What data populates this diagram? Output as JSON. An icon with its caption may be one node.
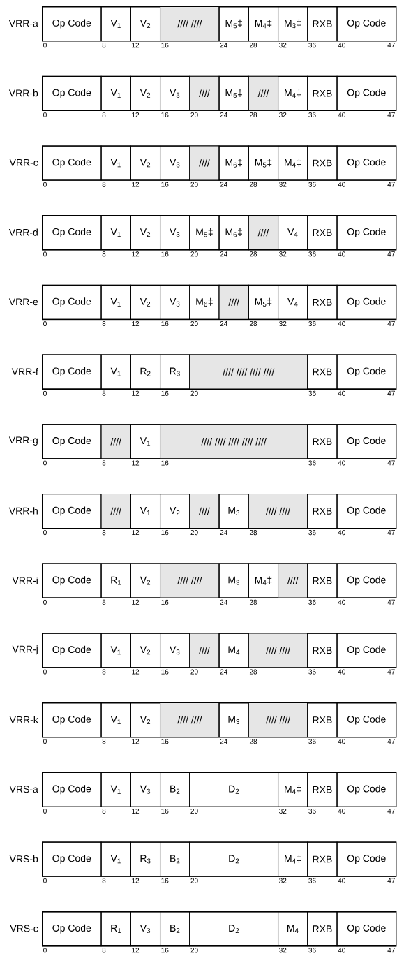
{
  "diagram": {
    "nodes": [
      {
        "text": [
          "VRR-a"
        ]
      },
      {
        "text": [
          "Op Code"
        ],
        "in": 0,
        "beside": [
          "0"
        ]
      },
      {
        "text": [
          "V$_{1}$"
        ],
        "in": 0,
        "beside": [
          "8"
        ]
      },
      {
        "text": [
          "V$_{2}$"
        ],
        "in": 0,
        "beside": [
          "12"
        ]
      },
      {
        "text": [
          "//// ////"
        ],
        "in": 0,
        "beside": [
          "16"
        ]
      },
      {
        "text": [
          "M$_{5}$‡"
        ],
        "in": 0,
        "beside": [
          "24"
        ]
      },
      {
        "text": [
          "M$_{4}$‡"
        ],
        "in": 0,
        "beside": [
          "28"
        ]
      },
      {
        "text": [
          "M$_{3}$‡"
        ],
        "in": 0,
        "beside": [
          "32"
        ]
      },
      {
        "text": [
          "RXB"
        ],
        "in": 0,
        "beside": [
          "36"
        ]
      },
      {
        "text": [
          "Op Code"
        ],
        "in": 0,
        "beside": [
          "40",
          "47"
        ]
      },
      {
        "text": [
          "VRR-b"
        ]
      },
      {
        "text": [
          "Op Code"
        ],
        "in": 10,
        "beside": [
          "0"
        ]
      },
      {
        "text": [
          "V$_{1}$"
        ],
        "in": 10,
        "beside": [
          "8"
        ]
      },
      {
        "text": [
          "V$_{2}$"
        ],
        "in": 10,
        "beside": [
          "12"
        ]
      },
      {
        "text": [
          "V$_{3}$"
        ],
        "in": 10,
        "beside": [
          "16"
        ]
      },
      {
        "text": [
          "////"
        ],
        "in": 10,
        "beside": [
          "20"
        ]
      },
      {
        "text": [
          "M$_{5}$‡"
        ],
        "in": 10,
        "beside": [
          "24"
        ]
      },
      {
        "text": [
          "////"
        ],
        "in": 10,
        "beside": [
          "28"
        ]
      },
      {
        "text": [
          "M$_{4}$‡"
        ],
        "in": 10,
        "beside": [
          "32"
        ]
      },
      {
        "text": [
          "RXB"
        ],
        "in": 10,
        "beside": [
          "36"
        ]
      },
      {
        "text": [
          "Op Code"
        ],
        "in": 10,
        "beside": [
          "40",
          "47"
        ]
      },
      {
        "text": [
          "VRR-c"
        ]
      },
      {
        "text": [
          "Op Code"
        ],
        "in": 21,
        "beside": [
          "0"
        ]
      },
      {
        "text": [
          "V$_{1}$"
        ],
        "in": 21,
        "beside": [
          "8"
        ]
      },
      {
        "text": [
          "V$_{2}$"
        ],
        "in": 21,
        "beside": [
          "12"
        ]
      },
      {
        "text": [
          "V$_{3}$"
        ],
        "in": 21,
        "beside": [
          "16"
        ]
      },
      {
        "text": [
          "////"
        ],
        "in": 21,
        "beside": [
          "20"
        ]
      },
      {
        "text": [
          "M$_{6}$‡"
        ],
        "in": 21,
        "beside": [
          "24"
        ]
      },
      {
        "text": [
          "M$_{5}$‡"
        ],
        "in": 21,
        "beside": [
          "28"
        ]
      },
      {
        "text": [
          "M$_{4}$‡"
        ],
        "in": 21,
        "beside": [
          "32"
        ]
      },
      {
        "text": [
          "RXB"
        ],
        "in": 21,
        "beside": [
          "36"
        ]
      },
      {
        "text": [
          "Op Code"
        ],
        "in": 21,
        "beside": [
          "40",
          "47"
        ]
      },
      {
        "text": [
          "VRR-d"
        ]
      },
      {
        "text": [
          "Op Code"
        ],
        "in": 32,
        "beside": [
          "0"
        ]
      },
      {
        "text": [
          "V$_{1}$"
        ],
        "in": 32,
        "beside": [
          "8"
        ]
      },
      {
        "text": [
          "V$_{2}$"
        ],
        "in": 32,
        "beside": [
          "12"
        ]
      },
      {
        "text": [
          "V$_{3}$"
        ],
        "in": 32,
        "beside": [
          "16"
        ]
      },
      {
        "text": [
          "M$_{5}$‡"
        ],
        "in": 32,
        "beside": [
          "20"
        ]
      },
      {
        "text": [
          "M$_{6}$‡"
        ],
        "in": 32,
        "beside": [
          "24"
        ]
      },
      {
        "text": [
          "////"
        ],
        "in": 32,
        "beside": [
          "28"
        ]
      },
      {
        "text": [
          "V$_{4}$"
        ],
        "in": 32,
        "beside": [
          "32"
        ]
      },
      {
        "text": [
          "RXB"
        ],
        "in": 32,
        "beside": [
          "36"
        ]
      },
      {
        "text": [
          "Op Code"
        ],
        "in": 32,
        "beside": [
          "40",
          "47"
        ]
      },
      {
        "text": [
          "VRR-e"
        ]
      },
      {
        "text": [
          "Op Code"
        ],
        "in": 43,
        "beside": [
          "0"
        ]
      },
      {
        "text": [
          "V$_{1}$"
        ],
        "in": 43,
        "beside": [
          "8"
        ]
      },
      {
        "text": [
          "V$_{2}$"
        ],
        "in": 43,
        "beside": [
          "12"
        ]
      },
      {
        "text": [
          "V$_{3}$"
        ],
        "in": 43,
        "beside": [
          "16"
        ]
      },
      {
        "text": [
          "M$_{6}$‡"
        ],
        "in": 43,
        "beside": [
          "20"
        ]
      },
      {
        "text": [
          "////"
        ],
        "in": 43,
        "beside": [
          "24"
        ]
      },
      {
        "text": [
          "M$_{5}$‡"
        ],
        "in": 43,
        "beside": [
          "28"
        ]
      },
      {
        "text": [
          "V$_{4}$"
        ],
        "in": 43,
        "beside": [
          "32"
        ]
      },
      {
        "text": [
          "RXB"
        ],
        "in": 43,
        "beside": [
          "36"
        ]
      },
      {
        "text": [
          "Op Code"
        ],
        "in": 43,
        "beside": [
          "40",
          "47"
        ]
      },
      {
        "text": [
          "VRR-f"
        ]
      },
      {
        "text": [
          "Op Code"
        ],
        "in": 54,
        "beside": [
          "0"
        ]
      },
      {
        "text": [
          "V$_{1}$"
        ],
        "in": 54,
        "beside": [
          "8"
        ]
      },
      {
        "text": [
          "R$_{2}$"
        ],
        "in": 54,
        "beside": [
          "12"
        ]
      },
      {
        "text": [
          "R$_{3}$"
        ],
        "in": 54,
        "beside": [
          "16"
        ]
      },
      {
        "text": [
          "//// //// //// ////"
        ],
        "in": 54,
        "beside": [
          "20"
        ]
      },
      {
        "text": [
          "RXB"
        ],
        "in": 54,
        "beside": [
          "36"
        ]
      },
      {
        "text": [
          "Op Code"
        ],
        "in": 54,
        "beside": [
          "40",
          "47"
        ]
      },
      {
        "text": [
          "VRR-g"
        ]
      },
      {
        "text": [
          "Op Code"
        ],
        "in": 62,
        "beside": [
          "0"
        ]
      },
      {
        "text": [
          "////"
        ],
        "in": 62,
        "beside": [
          "8"
        ]
      },
      {
        "text": [
          "V$_{1}$"
        ],
        "in": 62,
        "beside": [
          "12"
        ]
      },
      {
        "text": [
          "//// //// //// //// ////"
        ],
        "in": 62,
        "beside": [
          "16"
        ]
      },
      {
        "text": [
          "RXB"
        ],
        "in": 62,
        "beside": [
          "36"
        ]
      },
      {
        "text": [
          "Op Code"
        ],
        "in": 62,
        "beside": [
          "40",
          "47"
        ]
      },
      {
        "text": [
          "VRR-h"
        ]
      },
      {
        "text": [
          "Op Code"
        ],
        "in": 69,
        "beside": [
          "0"
        ]
      },
      {
        "text": [
          "////"
        ],
        "in": 69,
        "beside": [
          "8"
        ]
      },
      {
        "text": [
          "V$_{1}$"
        ],
        "in": 69,
        "beside": [
          "12"
        ]
      },
      {
        "text": [
          "V$_{2}$"
        ],
        "in": 69,
        "beside": [
          "16"
        ]
      },
      {
        "text": [
          "////"
        ],
        "in": 69,
        "beside": [
          "20"
        ]
      },
      {
        "text": [
          "M$_{3}$"
        ],
        "in": 69,
        "beside": [
          "24"
        ]
      },
      {
        "text": [
          "//// ////"
        ],
        "in": 69,
        "beside": [
          "28"
        ]
      },
      {
        "text": [
          "RXB"
        ],
        "in": 69,
        "beside": [
          "36"
        ]
      },
      {
        "text": [
          "Op Code"
        ],
        "in": 69,
        "beside": [
          "40",
          "47"
        ]
      },
      {
        "text": [
          "VRR-i"
        ]
      },
      {
        "text": [
          "Op Code"
        ],
        "in": 79,
        "beside": [
          "0"
        ]
      },
      {
        "text": [
          "R$_{1}$"
        ],
        "in": 79,
        "beside": [
          "8"
        ]
      },
      {
        "text": [
          "V$_{2}$"
        ],
        "in": 79,
        "beside": [
          "12"
        ]
      },
      {
        "text": [
          "//// ////"
        ],
        "in": 79,
        "beside": [
          "16"
        ]
      },
      {
        "text": [
          "M$_{3}$"
        ],
        "in": 79,
        "beside": [
          "24"
        ]
      },
      {
        "text": [
          "M$_{4}$‡"
        ],
        "in": 79,
        "beside": [
          "28"
        ]
      },
      {
        "text": [
          "////"
        ],
        "in": 79
      },
      {
        "text": [
          "RXB"
        ],
        "in": 79,
        "beside": [
          "36"
        ]
      },
      {
        "text": [
          "Op Code"
        ],
        "in": 79,
        "beside": [
          "40",
          "47"
        ]
      },
      {
        "text": [
          "VRR-j"
        ]
      },
      {
        "text": [
          "Op Code"
        ],
        "in": 89,
        "beside": [
          "0"
        ]
      },
      {
        "text": [
          "V$_{1}$"
        ],
        "in": 89,
        "beside": [
          "8"
        ]
      },
      {
        "text": [
          "V$_{2}$"
        ],
        "in": 89,
        "beside": [
          "12"
        ]
      },
      {
        "text": [
          "V$_{3}$"
        ],
        "in": 89,
        "beside": [
          "16"
        ]
      },
      {
        "text": [
          "////"
        ],
        "in": 89,
        "beside": [
          "20"
        ]
      },
      {
        "text": [
          "M$_{4}$"
        ],
        "in": 89,
        "beside": [
          "24"
        ]
      },
      {
        "text": [
          "//// ////"
        ],
        "in": 89,
        "beside": [
          "28"
        ]
      },
      {
        "text": [
          "RXB"
        ],
        "in": 89,
        "beside": [
          "36"
        ]
      },
      {
        "text": [
          "Op Code"
        ],
        "in": 89,
        "beside": [
          "40",
          "47"
        ]
      },
      {
        "text": [
          "VRR-k"
        ]
      },
      {
        "text": [
          "Op Code"
        ],
        "in": 99,
        "beside": [
          "0"
        ]
      },
      {
        "text": [
          "V$_{1}$"
        ],
        "in": 99,
        "beside": [
          "8"
        ]
      },
      {
        "text": [
          "V$_{2}$"
        ],
        "in": 99,
        "beside": [
          "12"
        ]
      },
      {
        "text": [
          "//// ////"
        ],
        "in": 99,
        "beside": [
          "16"
        ]
      },
      {
        "text": [
          "M$_{3}$"
        ],
        "in": 99,
        "beside": [
          "24"
        ]
      },
      {
        "text": [
          "//// ////"
        ],
        "in": 99,
        "beside": [
          "28"
        ]
      },
      {
        "text": [
          "RXB"
        ],
        "in": 99,
        "beside": [
          "36"
        ]
      },
      {
        "text": [
          "Op Code"
        ],
        "in": 99,
        "beside": [
          "40",
          "47"
        ]
      },
      {
        "text": [
          "VRS-a"
        ]
      },
      {
        "text": [
          "Op Code"
        ],
        "in": 108,
        "beside": [
          "0"
        ]
      },
      {
        "text": [
          "V$_{1}$"
        ],
        "in": 108,
        "beside": [
          "8"
        ]
      },
      {
        "text": [
          "V$_{3}$"
        ],
        "in": 108,
        "beside": [
          "12"
        ]
      },
      {
        "text": [
          "B$_{2}$"
        ],
        "in": 108,
        "beside": [
          "16"
        ]
      },
      {
        "text": [
          "D$_{2}$"
        ],
        "in": 108,
        "beside": [
          "20"
        ]
      },
      {
        "text": [
          "M$_{4}$‡"
        ],
        "in": 108,
        "beside": [
          "32"
        ]
      },
      {
        "text": [
          "RXB"
        ],
        "in": 108,
        "beside": [
          "36"
        ]
      },
      {
        "text": [
          "Op Code"
        ],
        "in": 108,
        "beside": [
          "40",
          "47"
        ]
      },
      {
        "text": [
          "VRS-b"
        ]
      },
      {
        "text": [
          "Op Code"
        ],
        "in": 117,
        "beside": [
          "0"
        ]
      },
      {
        "text": [
          "V$_{1}$"
        ],
        "in": 117,
        "beside": [
          "8"
        ]
      },
      {
        "text": [
          "R$_{3}$"
        ],
        "in": 117,
        "beside": [
          "12"
        ]
      },
      {
        "text": [
          "B$_{2}$"
        ],
        "in": 117,
        "beside": [
          "16"
        ]
      },
      {
        "text": [
          "D$_{2}$"
        ],
        "in": 117,
        "beside": [
          "20"
        ]
      },
      {
        "text": [
          "M$_{4}$‡"
        ],
        "in": 117,
        "beside": [
          "32"
        ]
      },
      {
        "text": [
          "RXB"
        ],
        "in": 117,
        "beside": [
          "36"
        ]
      },
      {
        "text": [
          "Op Code"
        ],
        "in": 117,
        "beside": [
          "40",
          "47"
        ]
      },
      {
        "text": [
          "VRS-c"
        ]
      },
      {
        "text": [
          "Op Code"
        ],
        "in": 126,
        "beside": [
          "0"
        ]
      },
      {
        "text": [
          "R$_{1}$"
        ],
        "in": 126,
        "beside": [
          "8"
        ]
      },
      {
        "text": [
          "V$_{3}$"
        ],
        "in": 126,
        "beside": [
          "12"
        ]
      },
      {
        "text": [
          "B$_{2}$"
        ],
        "in": 126,
        "beside": [
          "16"
        ]
      },
      {
        "text": [
          "D$_{2}$"
        ],
        "in": 126,
        "beside": [
          "20"
        ]
      },
      {
        "text": [
          "M$_{4}$"
        ],
        "in": 126,
        "beside": [
          "32"
        ]
      },
      {
        "text": [
          "RXB"
        ],
        "in": 126,
        "beside": [
          "36"
        ]
      },
      {
        "text": [
          "Op Code"
        ],
        "in": 126,
        "beside": [
          "40",
          "47"
        ]
      }
    ]
  }
}
